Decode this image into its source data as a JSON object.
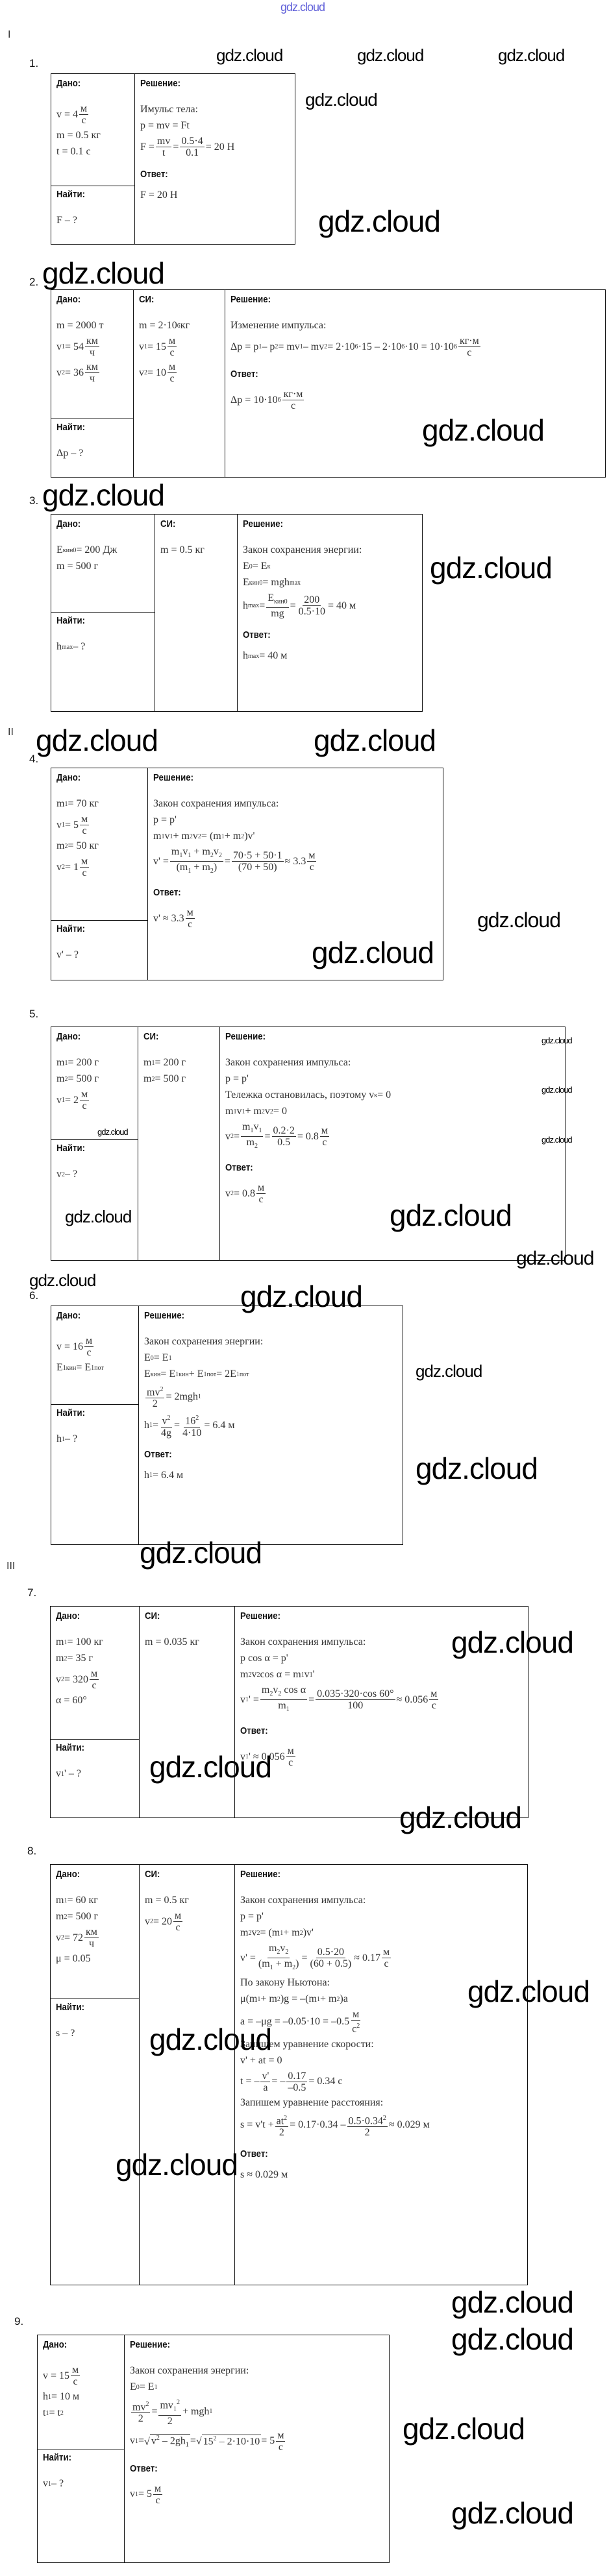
{
  "watermark": "gdz.cloud",
  "sections": [
    "I",
    "II",
    "III"
  ],
  "labels": {
    "given": "Дано:",
    "si": "СИ:",
    "solution": "Решение:",
    "find": "Найти:",
    "answer": "Ответ:"
  },
  "tasks": [
    {
      "num": "1.",
      "given": [
        [
          "v = 4 ",
          {
            "f": [
              "м",
              "с"
            ]
          }
        ],
        [
          "m = 0.5 кг"
        ],
        [
          "t = 0.1 с"
        ]
      ],
      "find": [
        [
          "F – ?"
        ]
      ],
      "solution": [
        [
          "Имульс тела:"
        ],
        [
          "p = mv = Ft"
        ],
        [
          "F = ",
          {
            "f": [
              "mv",
              "t"
            ]
          },
          " = ",
          {
            "f": [
              "0.5·4",
              "0.1"
            ]
          },
          " = 20 Н"
        ]
      ],
      "answer": [
        [
          "F = 20 Н"
        ]
      ]
    },
    {
      "num": "2.",
      "given": [
        [
          "m = 2000 т"
        ],
        [
          "v",
          {
            "sub": "1"
          },
          " = 54 ",
          {
            "f": [
              "км",
              "ч"
            ]
          }
        ],
        [
          "v",
          {
            "sub": "2"
          },
          " = 36 ",
          {
            "f": [
              "км",
              "ч"
            ]
          }
        ]
      ],
      "si": [
        [
          "m = 2·10",
          {
            "sup": "6"
          },
          " кг"
        ],
        [
          "v",
          {
            "sub": "1"
          },
          " = 15",
          {
            "f": [
              "м",
              "с"
            ]
          }
        ],
        [
          "v",
          {
            "sub": "2"
          },
          " = 10 ",
          {
            "f": [
              "м",
              "с"
            ]
          }
        ]
      ],
      "find": [
        [
          "Δp – ?"
        ]
      ],
      "solution": [
        [
          "Изменение импульса:"
        ],
        [
          "Δp = p",
          {
            "sub": "1"
          },
          " – p",
          {
            "sub": "2"
          },
          " = mv",
          {
            "sub": "1"
          },
          " – mv",
          {
            "sub": "2"
          },
          " = 2·10",
          {
            "sup": "6"
          },
          "·15 – 2·10",
          {
            "sup": "6"
          },
          "·10 = 10·10",
          {
            "sup": "6"
          },
          " ",
          {
            "f": [
              "кг·м",
              "с"
            ]
          }
        ]
      ],
      "answer": [
        [
          "Δp = 10·10",
          {
            "sup": "6"
          },
          " ",
          {
            "f": [
              "кг·м",
              "с"
            ]
          }
        ]
      ]
    },
    {
      "num": "3.",
      "given": [
        [
          "E",
          {
            "sub": "кин0"
          },
          " = 200 Дж"
        ],
        [
          "m = 500 г"
        ]
      ],
      "si": [
        [
          "m = 0.5 кг"
        ]
      ],
      "find": [
        [
          "h",
          {
            "sub": "max"
          },
          " – ?"
        ]
      ],
      "solution": [
        [
          "Закон сохранения энергии:"
        ],
        [
          "E",
          {
            "sub": "0"
          },
          " = E",
          {
            "sub": "к"
          }
        ],
        [
          "E",
          {
            "sub": "кин0"
          },
          " = mgh",
          {
            "sub": "max"
          }
        ],
        [
          "h",
          {
            "sub": "max"
          },
          " = ",
          {
            "f": [
              [
                "E",
                {
                  "sub": "кин0"
                }
              ],
              "mg"
            ]
          },
          " = ",
          {
            "f": [
              "200",
              "0.5·10"
            ]
          },
          " = 40 м"
        ]
      ],
      "answer": [
        [
          "h",
          {
            "sub": "max"
          },
          " = 40 м"
        ]
      ]
    },
    {
      "num": "4.",
      "given": [
        [
          "m",
          {
            "sub": "1"
          },
          " = 70 кг"
        ],
        [
          "v",
          {
            "sub": "1"
          },
          " = 5",
          {
            "f": [
              "м",
              "с"
            ]
          }
        ],
        [
          "m",
          {
            "sub": "2"
          },
          " = 50 кг"
        ],
        [
          "v",
          {
            "sub": "2"
          },
          " = 1",
          {
            "f": [
              "м",
              "с"
            ]
          }
        ]
      ],
      "find": [
        [
          "v' – ?"
        ]
      ],
      "solution": [
        [
          "Закон сохранения импульса:"
        ],
        [
          "p = p'"
        ],
        [
          "m",
          {
            "sub": "1"
          },
          "v",
          {
            "sub": "1"
          },
          " + m",
          {
            "sub": "2"
          },
          "v",
          {
            "sub": "2"
          },
          " = (m",
          {
            "sub": "1"
          },
          " + m",
          {
            "sub": "2"
          },
          ")v'"
        ],
        [
          "v' = ",
          {
            "f": [
              [
                "m",
                {
                  "sub": "1"
                },
                "v",
                {
                  "sub": "1"
                },
                " + m",
                {
                  "sub": "2"
                },
                "v",
                {
                  "sub": "2"
                }
              ],
              [
                "(m",
                {
                  "sub": "1"
                },
                " + m",
                {
                  "sub": "2"
                },
                ")"
              ]
            ]
          },
          " = ",
          {
            "f": [
              "70·5 + 50·1",
              "(70 + 50)"
            ]
          },
          " ≈ 3.3",
          {
            "f": [
              "м",
              "с"
            ]
          }
        ]
      ],
      "answer": [
        [
          "v' ≈ 3.3",
          {
            "f": [
              "м",
              "с"
            ]
          }
        ]
      ]
    },
    {
      "num": "5.",
      "given": [
        [
          "m",
          {
            "sub": "1"
          },
          " = 200 г"
        ],
        [
          "m",
          {
            "sub": "2"
          },
          " = 500 г"
        ],
        [
          "v",
          {
            "sub": "1"
          },
          " = 2",
          {
            "f": [
              "м",
              "с"
            ]
          }
        ]
      ],
      "si": [
        [
          "m",
          {
            "sub": "1"
          },
          " = 200 г"
        ],
        [
          "m",
          {
            "sub": "2"
          },
          " = 500 г"
        ]
      ],
      "find": [
        [
          "v",
          {
            "sub": "2"
          },
          " – ?"
        ]
      ],
      "solution": [
        [
          "Закон сохранения импульса:"
        ],
        [
          "p = p'"
        ],
        [
          "Тележка остановилась, поэтому v",
          {
            "sub": "к"
          },
          " = 0"
        ],
        [
          "m",
          {
            "sub": "1"
          },
          "v",
          {
            "sub": "1"
          },
          " + m",
          {
            "sub": "2"
          },
          "v",
          {
            "sub": "2"
          },
          " = 0"
        ],
        [
          "v",
          {
            "sub": "2"
          },
          " = ",
          {
            "f": [
              [
                "m",
                {
                  "sub": "1"
                },
                "v",
                {
                  "sub": "1"
                }
              ],
              [
                "m",
                {
                  "sub": "2"
                }
              ]
            ]
          },
          " = ",
          {
            "f": [
              "0.2·2",
              "0.5"
            ]
          },
          " = 0.8",
          {
            "f": [
              "м",
              "с"
            ]
          }
        ]
      ],
      "answer": [
        [
          "v",
          {
            "sub": "2"
          },
          " = 0.8",
          {
            "f": [
              "м",
              "с"
            ]
          }
        ]
      ]
    },
    {
      "num": "6.",
      "given": [
        [
          "v = 16",
          {
            "f": [
              "м",
              "с"
            ]
          }
        ],
        [
          "E",
          {
            "sub": "1кин"
          },
          " = E",
          {
            "sub": "1пот"
          }
        ]
      ],
      "find": [
        [
          "h",
          {
            "sub": "1"
          },
          " – ?"
        ]
      ],
      "solution": [
        [
          "Закон сохранения энергии:"
        ],
        [
          "E",
          {
            "sub": "0"
          },
          " = E",
          {
            "sub": "1"
          }
        ],
        [
          "E",
          {
            "sub": "кин"
          },
          " = E",
          {
            "sub": "1кин"
          },
          " + E",
          {
            "sub": "1пот"
          },
          " = 2E",
          {
            "sub": "1пот"
          }
        ],
        [
          {
            "f": [
              [
                "mv",
                {
                  "sup": "2"
                }
              ],
              "2"
            ]
          },
          " = 2mgh",
          {
            "sub": "1"
          }
        ],
        [
          "h",
          {
            "sub": "1"
          },
          " = ",
          {
            "f": [
              [
                "v",
                {
                  "sup": "2"
                }
              ],
              "4g"
            ]
          },
          " = ",
          {
            "f": [
              [
                "16",
                {
                  "sup": "2"
                }
              ],
              "4·10"
            ]
          },
          " = 6.4 м"
        ]
      ],
      "answer": [
        [
          "h",
          {
            "sub": "1"
          },
          " = 6.4 м"
        ]
      ]
    },
    {
      "num": "7.",
      "given": [
        [
          "m",
          {
            "sub": "1"
          },
          " = 100 кг"
        ],
        [
          "m",
          {
            "sub": "2"
          },
          " = 35 г"
        ],
        [
          "v",
          {
            "sub": "2"
          },
          " = 320",
          {
            "f": [
              "м",
              "с"
            ]
          }
        ],
        [
          "α = 60°"
        ]
      ],
      "si": [
        [
          "m = 0.035 кг"
        ]
      ],
      "find": [
        [
          "v",
          {
            "sub": "1"
          },
          "' – ?"
        ]
      ],
      "solution": [
        [
          "Закон сохранения импульса:"
        ],
        [
          "p cos α = p'"
        ],
        [
          "m",
          {
            "sub": "2"
          },
          "v",
          {
            "sub": "2"
          },
          " cos α = m",
          {
            "sub": "1"
          },
          "v",
          {
            "sub": "1"
          },
          "'"
        ],
        [
          "v",
          {
            "sub": "1"
          },
          "' = ",
          {
            "f": [
              [
                "m",
                {
                  "sub": "2"
                },
                "v",
                {
                  "sub": "2"
                },
                " cos α"
              ],
              [
                "m",
                {
                  "sub": "1"
                }
              ]
            ]
          },
          " = ",
          {
            "f": [
              "0.035·320·cos 60°",
              "100"
            ]
          },
          " ≈ 0.056",
          {
            "f": [
              "м",
              "с"
            ]
          }
        ]
      ],
      "answer": [
        [
          "v",
          {
            "sub": "1"
          },
          "' ≈ 0.056",
          {
            "f": [
              "м",
              "с"
            ]
          }
        ]
      ]
    },
    {
      "num": "8.",
      "given": [
        [
          "m",
          {
            "sub": "1"
          },
          " = 60 кг"
        ],
        [
          "m",
          {
            "sub": "2"
          },
          " = 500 г"
        ],
        [
          "v",
          {
            "sub": "2"
          },
          " = 72 ",
          {
            "f": [
              "км",
              "ч"
            ]
          }
        ],
        [
          "μ = 0.05"
        ]
      ],
      "si": [
        [
          "m = 0.5 кг"
        ],
        [
          "v",
          {
            "sub": "2"
          },
          " = 20 ",
          {
            "f": [
              "м",
              "с"
            ]
          }
        ]
      ],
      "find": [
        [
          "s – ?"
        ]
      ],
      "solution": [
        [
          "Закон сохранения импульса:"
        ],
        [
          "p = p'"
        ],
        [
          "m",
          {
            "sub": "2"
          },
          "v",
          {
            "sub": "2"
          },
          " = (m",
          {
            "sub": "1"
          },
          " + m",
          {
            "sub": "2"
          },
          ")v'"
        ],
        [
          "v' = ",
          {
            "f": [
              [
                "m",
                {
                  "sub": "2"
                },
                "v",
                {
                  "sub": "2"
                }
              ],
              [
                "(m",
                {
                  "sub": "1"
                },
                " + m",
                {
                  "sub": "2"
                },
                ")"
              ]
            ]
          },
          " = ",
          {
            "f": [
              "0.5·20",
              "(60 + 0.5)"
            ]
          },
          " ≈ 0.17",
          {
            "f": [
              "м",
              "с"
            ]
          }
        ],
        [
          "По закону Ньютона:"
        ],
        [
          "μ(m",
          {
            "sub": "1"
          },
          " + m",
          {
            "sub": "2"
          },
          ")g = –(m",
          {
            "sub": "1"
          },
          " + m",
          {
            "sub": "2"
          },
          ")a"
        ],
        [
          "a = –μg = –0.05·10 = –0.5 ",
          {
            "f": [
              "м",
              [
                "с",
                {
                  "sup": "2"
                }
              ]
            ]
          }
        ],
        [
          "Запишем уравнение скорости:"
        ],
        [
          "v' + at = 0"
        ],
        [
          "t = –",
          {
            "f": [
              "v'",
              "a"
            ]
          },
          " = –",
          {
            "f": [
              "0.17",
              "–0.5"
            ]
          },
          " = 0.34 с"
        ],
        [
          "Запишем уравнение расстояния:"
        ],
        [
          "s = v't + ",
          {
            "f": [
              [
                "at",
                {
                  "sup": "2"
                }
              ],
              "2"
            ]
          },
          " = 0.17·0.34 – ",
          {
            "f": [
              [
                "0.5·0.34",
                {
                  "sup": "2"
                }
              ],
              "2"
            ]
          },
          " ≈ 0.029 м"
        ]
      ],
      "answer": [
        [
          "s ≈ 0.029 м"
        ]
      ]
    },
    {
      "num": "9.",
      "given": [
        [
          "v = 15",
          {
            "f": [
              "м",
              "с"
            ]
          }
        ],
        [
          "h",
          {
            "sub": "1"
          },
          " = 10 м"
        ],
        [
          "t",
          {
            "sub": "1"
          },
          " = t",
          {
            "sub": "2"
          }
        ]
      ],
      "find": [
        [
          "v",
          {
            "sub": "1"
          },
          " – ?"
        ]
      ],
      "solution": [
        [
          "Закон сохранения энергии:"
        ],
        [
          "E",
          {
            "sub": "0"
          },
          " = E",
          {
            "sub": "1"
          }
        ],
        [
          {
            "f": [
              [
                "mv",
                {
                  "sup": "2"
                }
              ],
              "2"
            ]
          },
          " = ",
          {
            "f": [
              [
                "mv",
                {
                  "sub": "1"
                },
                {
                  "sup": "2"
                }
              ],
              "2"
            ]
          },
          " + mgh",
          {
            "sub": "1"
          }
        ],
        [
          "v",
          {
            "sub": "1"
          },
          " = ",
          {
            "sqrt": [
              "v",
              {
                "sup": "2"
              },
              " – 2gh",
              {
                "sub": "1"
              }
            ]
          },
          " = ",
          {
            "sqrt": [
              "15",
              {
                "sup": "2"
              },
              " – 2·10·10"
            ]
          },
          " = 5 ",
          {
            "f": [
              "м",
              "с"
            ]
          }
        ]
      ],
      "answer": [
        [
          "v",
          {
            "sub": "1"
          },
          " = 5 ",
          {
            "f": [
              "м",
              "с"
            ]
          }
        ]
      ]
    }
  ]
}
